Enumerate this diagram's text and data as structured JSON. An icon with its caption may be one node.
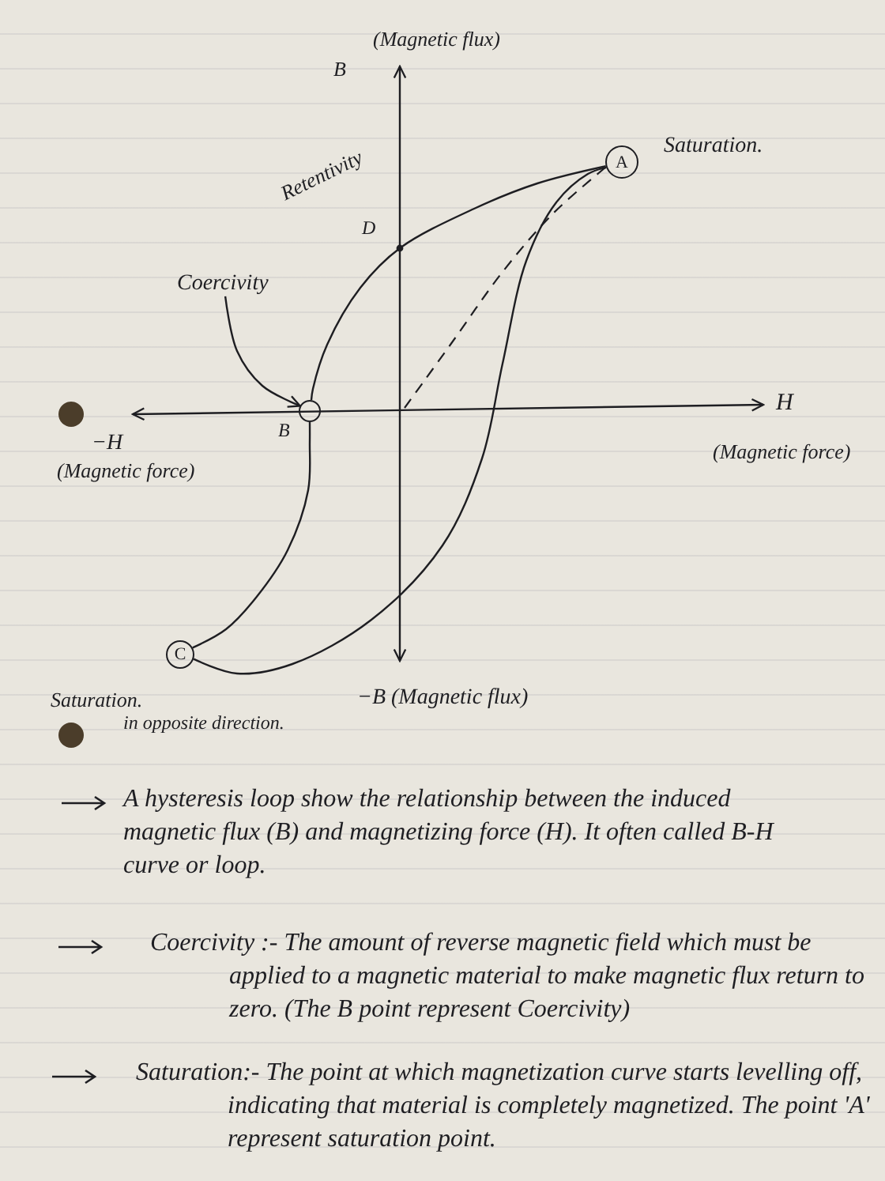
{
  "diagram": {
    "nodes": [
      {
        "text": [
          "A"
        ],
        "beside": [
          "Saturation."
        ]
      },
      {
        "text": [
          "Coercivity"
        ]
      },
      {
        "text": [],
        "shape": "circle"
      },
      {
        "text": [
          "C"
        ],
        "beside": [
          "Saturation.",
          "in opposite direction."
        ]
      }
    ],
    "edges": [
      {
        "from": 1,
        "to": 2,
        "arrow": "to"
      },
      {
        "from": 0,
        "to": 2,
        "arrow": "none"
      },
      {
        "from": 2,
        "to": 3,
        "arrow": "none"
      },
      {
        "from": 3,
        "to": 0,
        "arrow": "none"
      }
    ],
    "labels": [
      "B",
      "(Magnetic flux)",
      "Retentivity",
      "D",
      "B",
      "−H",
      "(Magnetic force)",
      "H",
      "(Magnetic force)",
      "−B (Magnetic flux)",
      "A hysteresis loop show the relationship between the induced magnetic flux (B) and magnetizing force (H). It often called B-H curve or loop.",
      "Coercivity :- The amount of reverse magnetic field which must be applied to a magnetic material to make magnetic flux return to zero. (The B point represent Coercivity)",
      "Saturation:- The point at which magnetization curve starts levelling off, indicating that material is completely magnetized. The point 'A' represent saturation point."
    ]
  }
}
